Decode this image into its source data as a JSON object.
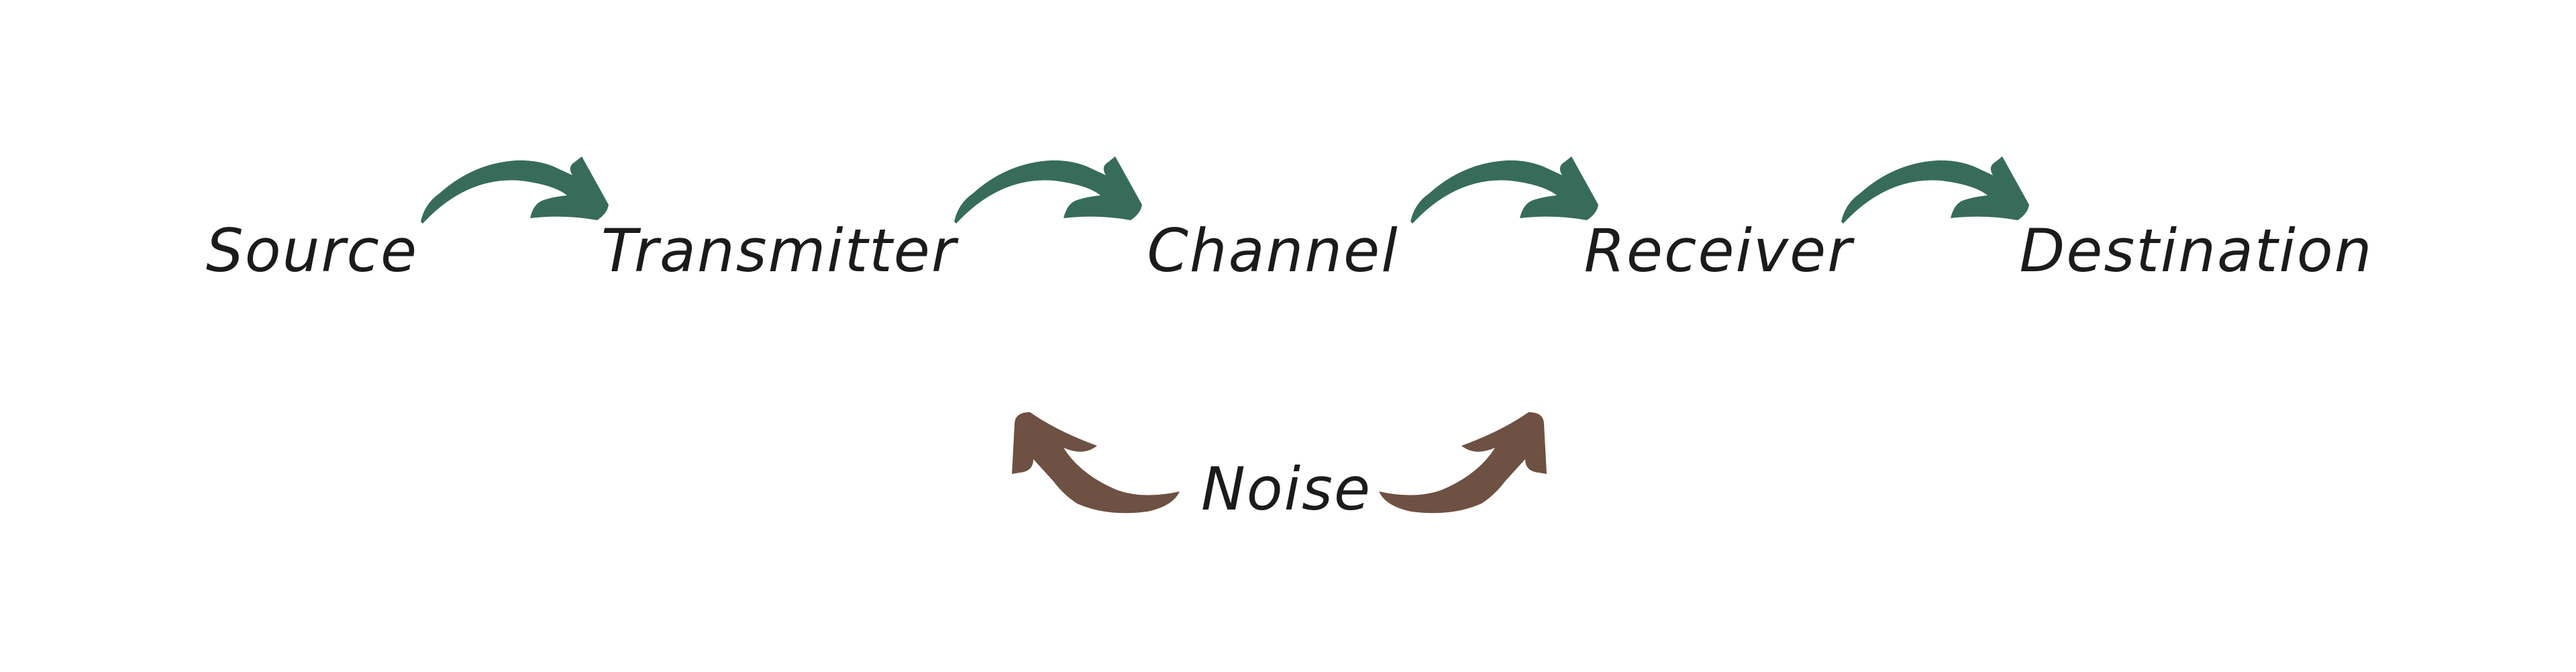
{
  "diagram": {
    "nodes": {
      "source": "Source",
      "transmitter": "Transmitter",
      "channel": "Channel",
      "receiver": "Receiver",
      "destination": "Destination",
      "noise": "Noise"
    },
    "edges": [
      {
        "from": "Source",
        "to": "Transmitter"
      },
      {
        "from": "Transmitter",
        "to": "Channel"
      },
      {
        "from": "Channel",
        "to": "Receiver"
      },
      {
        "from": "Receiver",
        "to": "Destination"
      },
      {
        "from": "Noise",
        "to": "Transmitter/Channel"
      },
      {
        "from": "Noise",
        "to": "Receiver"
      }
    ]
  },
  "colors": {
    "flow_arrow": "#376c5b",
    "noise_arrow": "#6e5142",
    "text": "#1b1b1b"
  }
}
